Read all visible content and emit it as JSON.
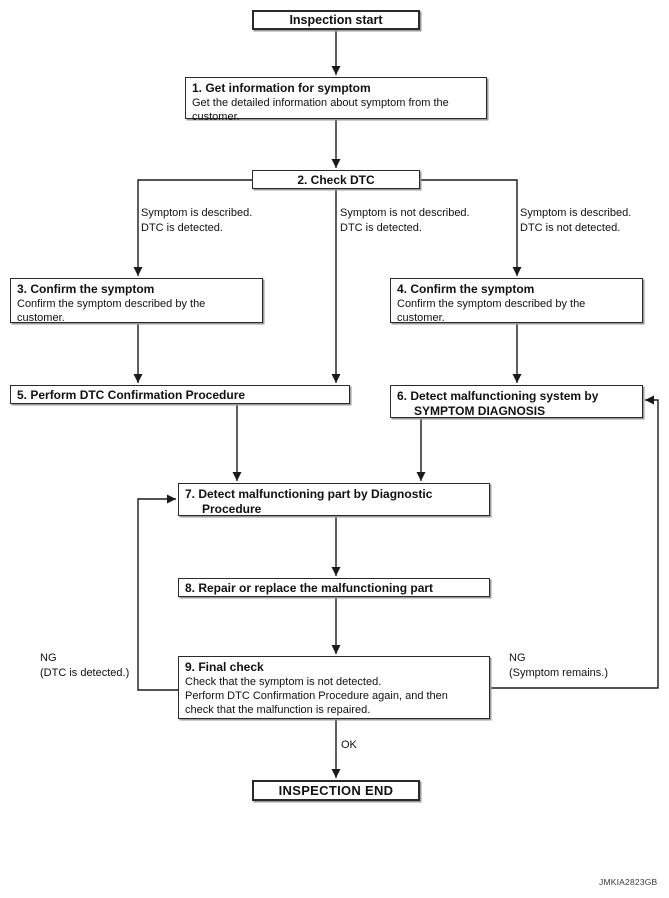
{
  "diagram": {
    "nodes": {
      "start": {
        "label": "Inspection start"
      },
      "step1": {
        "title": "1. Get information for symptom",
        "body": [
          "Get the detailed information about symptom from the",
          "customer."
        ]
      },
      "step2": {
        "title": "2. Check DTC"
      },
      "step3": {
        "title": "3. Confirm the symptom",
        "body": [
          "Confirm the symptom described by the",
          "customer."
        ]
      },
      "step4": {
        "title": "4. Confirm the symptom",
        "body": [
          "Confirm the symptom described by the",
          "customer."
        ]
      },
      "step5": {
        "title": "5. Perform DTC Confirmation Procedure"
      },
      "step6": {
        "title_lines": [
          "6. Detect malfunctioning system by",
          "SYMPTOM DIAGNOSIS"
        ]
      },
      "step7": {
        "title_lines": [
          "7. Detect malfunctioning part by Diagnostic",
          "Procedure"
        ]
      },
      "step8": {
        "title": "8. Repair or replace the malfunctioning part"
      },
      "step9": {
        "title": "9. Final check",
        "body": [
          "Check that the symptom is not detected.",
          "Perform DTC Confirmation Procedure again, and then",
          "check that the malfunction is repaired."
        ]
      },
      "end": {
        "label": "INSPECTION END"
      }
    },
    "branch_labels": {
      "left": {
        "line1": "Symptom is described.",
        "line2": "DTC is detected."
      },
      "middle": {
        "line1": "Symptom is not described.",
        "line2": "DTC is detected."
      },
      "right": {
        "line1": "Symptom is described.",
        "line2": "DTC is not detected."
      }
    },
    "edge_labels": {
      "ng_left": {
        "line1": "NG",
        "line2": "(DTC is detected.)"
      },
      "ng_right": {
        "line1": "NG",
        "line2": "(Symptom remains.)"
      },
      "ok": "OK"
    },
    "watermark": "JMKIA2823GB",
    "colors": {
      "line": "#1a1a1a",
      "border": "#2a2a2a",
      "background": "#ffffff"
    }
  }
}
